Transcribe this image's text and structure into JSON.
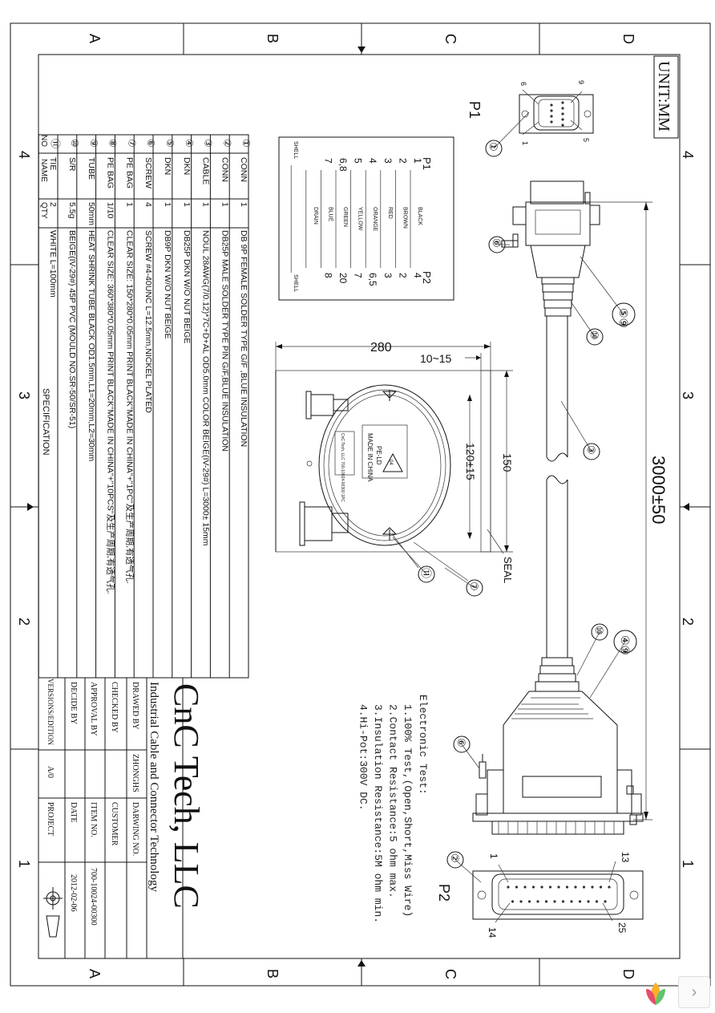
{
  "unit_label": "UNIT:MM",
  "grid": {
    "letters": [
      "A",
      "B",
      "C",
      "D"
    ],
    "numbers": [
      "4",
      "3",
      "2",
      "1"
    ]
  },
  "specification": {
    "title": "SPECIFICATION",
    "header": {
      "no": "NO",
      "name": "NAME",
      "qty": "QTY"
    },
    "rows": [
      {
        "no": "①",
        "name": "CONN",
        "qty": "1",
        "desc": "DB 9P FEMALE SOLDER TYPE G/F ,BLUE INSULATION"
      },
      {
        "no": "②",
        "name": "CONN",
        "qty": "1",
        "desc": "DB25P MALE SOLDER TYPE PIN G/F,BLUE INSULATION"
      },
      {
        "no": "③",
        "name": "CABLE",
        "qty": "1",
        "desc": "NOUL 28AWG(7/0.12)*7C+D+AL OD5.0mm COLOR BEIGE(IV-29#) L=3000± 15mm"
      },
      {
        "no": "④",
        "name": "DKN",
        "qty": "1",
        "desc": "DB25P DKN W/O NUT BEIGE"
      },
      {
        "no": "⑤",
        "name": "DKN",
        "qty": "1",
        "desc": "DB9P DKN W/O NUT BEIGE"
      },
      {
        "no": "⑥",
        "name": "SCREW",
        "qty": "4",
        "desc": "SCREW #4-40UNC L=12.5mm,NICKEL PLATED"
      },
      {
        "no": "⑦",
        "name": "PE BAG",
        "qty": "1",
        "desc": "CLEAR SIZE: 150*280*0.05mm PRINT BLACK\"MADE IN CHINA\"+\"1PC\"及生产周期,有透气孔."
      },
      {
        "no": "⑧",
        "name": "PE BAG",
        "qty": "1/10",
        "desc": "CLEAR SIZE: 360*380*0.05mm PRINT BLACK\"MADE IN CHINA\"+\"10PCS\"及生产周期,有透气孔."
      },
      {
        "no": "⑨",
        "name": "TUBE",
        "qty": "50mm",
        "desc": "HEAT SHRINK TUBE BLACK OD1.5mm,L1=20mm,L2=30mm"
      },
      {
        "no": "⑩",
        "name": "S/R",
        "qty": "5.5g",
        "desc": "BEIGE(IV-29#) 45P PVC (MOULD NO.SR-50/SR-51)"
      },
      {
        "no": "⑪",
        "name": "TIE",
        "qty": "2",
        "desc": "WHITE L=100mm"
      }
    ]
  },
  "title_block": {
    "company": "CnC Tech, LLC",
    "subtitle": "Industrial Cable and Connector Technology",
    "drawn_by_label": "DRAWED BY",
    "drawn_by_value": "ZHONGHS",
    "drawing_no_label": "DARWING NO.",
    "checked_by_label": "CHECKED BY",
    "customer_label": "CUSTOMER",
    "approval_label": "APPROVAL BY",
    "item_no_label": "ITEM NO.",
    "item_no_value": "700-10024-00300",
    "decide_label": "DECIDE BY",
    "date_label": "DATE",
    "date_value": "2012-02-06",
    "version_label": "VERSIONS/EDITION",
    "version_value": "A/0",
    "project_label": "PROJECT"
  },
  "pinout": {
    "p1_label": "P1",
    "p2_label": "P2",
    "rows": [
      {
        "p1": "1",
        "color": "BLACK",
        "p2": "4"
      },
      {
        "p1": "2",
        "color": "BROWN",
        "p2": "2"
      },
      {
        "p1": "3",
        "color": "RED",
        "p2": "3"
      },
      {
        "p1": "4",
        "color": "ORANGE",
        "p2": "6,5"
      },
      {
        "p1": "5",
        "color": "YELLOW",
        "p2": "7"
      },
      {
        "p1": "6,8",
        "color": "GREEN",
        "p2": "20"
      },
      {
        "p1": "7",
        "color": "BLUE",
        "p2": "8"
      },
      {
        "p1": "",
        "color": "DRAIN",
        "p2": ""
      },
      {
        "p1": "SHELL",
        "color": "",
        "p2": "SHELL"
      }
    ]
  },
  "bag": {
    "width_dim": "280",
    "seal_dim": "10~15",
    "height_dim": "150",
    "inner_dim": "120±15",
    "seal_label": "SEAL",
    "recycle_code": "04",
    "recycle_type": "PE-LD",
    "made_in": "MADE IN CHINA",
    "small_print": "CnC Tech, LLC 700-10024-00300 1PC"
  },
  "cable_length": "3000±50",
  "p1_connector": {
    "label": "P1",
    "pins": [
      "6",
      "9",
      "1",
      "5"
    ]
  },
  "p2_connector": {
    "label": "P2",
    "pins": [
      "13",
      "1",
      "14",
      "25"
    ]
  },
  "balloons": [
    "①",
    "②",
    "③",
    "④⑨",
    "⑤⑨",
    "⑥",
    "⑥",
    "⑦",
    "⑩",
    "⑩",
    "⑪"
  ],
  "electronic_test": {
    "title": "Electronic Test:",
    "items": [
      "1.100% Test,(Open,Short,Miss Wire)",
      "2.Contact Resistance:5 ohm max.",
      "3.Insulation Resistance:5M ohm min.",
      "4.Hi-Pot:300V DC."
    ]
  },
  "nav": {
    "next": "›"
  }
}
